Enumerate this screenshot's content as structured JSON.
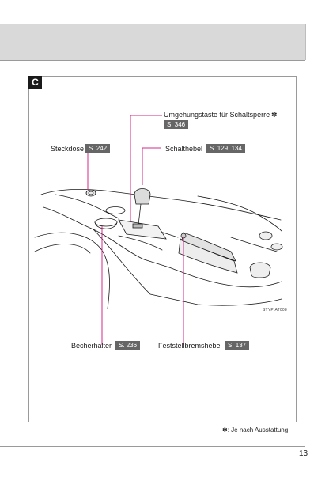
{
  "section": {
    "letter": "C"
  },
  "callouts": {
    "bypass": {
      "label": "Umgehungstaste für Schaltsperre",
      "marker": "✽",
      "ref": "S. 346"
    },
    "socket": {
      "label": "Steckdose",
      "ref": "S. 242"
    },
    "shift": {
      "label": "Schalthebel",
      "ref": "S. 129, 134"
    },
    "cupholder": {
      "label": "Becherhalter",
      "ref": "S. 236"
    },
    "parkingbrake": {
      "label": "Feststellbremshebel",
      "ref": "S. 137"
    }
  },
  "image_code": "STYPIAT008",
  "footnote": "✽: Je nach Ausstattung",
  "page_number": "13",
  "colors": {
    "leader": "#d62a8c",
    "ref_bg": "#666666",
    "header_bg": "#d9d9d9",
    "badge_bg": "#1a1a1a"
  }
}
